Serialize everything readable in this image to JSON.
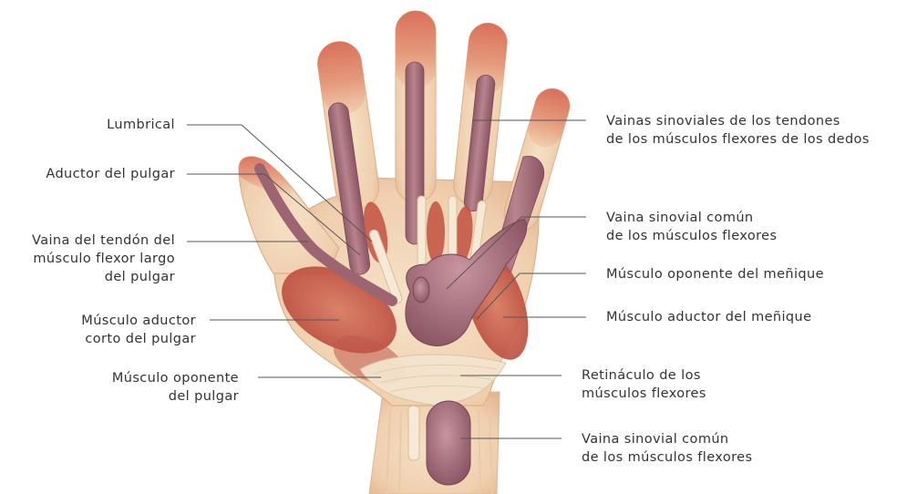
{
  "figure": {
    "illustration": "palmar-hand-anatomy",
    "colors": {
      "skin": "#f1d3b4",
      "muscle": "#c85a48",
      "sheath": "#a7707c",
      "tendon": "#f6ead6",
      "leader_line": "#555555",
      "text": "#333333"
    }
  },
  "labels": {
    "lumbrical": [
      "Lumbrical"
    ],
    "aductor_pulgar": [
      "Aductor del pulgar"
    ],
    "vaina_flexor_largo": [
      "Vaina del tendón del",
      "músculo flexor largo",
      "del pulgar"
    ],
    "aductor_corto_pulgar": [
      "Músculo aductor",
      "corto del pulgar"
    ],
    "oponente_pulgar": [
      "Músculo oponente",
      "del pulgar"
    ],
    "vainas_sinoviales_dedos": [
      "Vainas sinoviales de los tendones",
      "de los músculos flexores de los dedos"
    ],
    "vaina_comun_superior": [
      "Vaina sinovial común",
      "de los músculos flexores"
    ],
    "oponente_menique": [
      "Músculo oponente del meñique"
    ],
    "aductor_menique": [
      "Músculo aductor del meñique"
    ],
    "retinaculo": [
      "Retináculo de los",
      "músculos flexores"
    ],
    "vaina_comun_inferior": [
      "Vaina sinovial común",
      "de los músculos flexores"
    ]
  }
}
